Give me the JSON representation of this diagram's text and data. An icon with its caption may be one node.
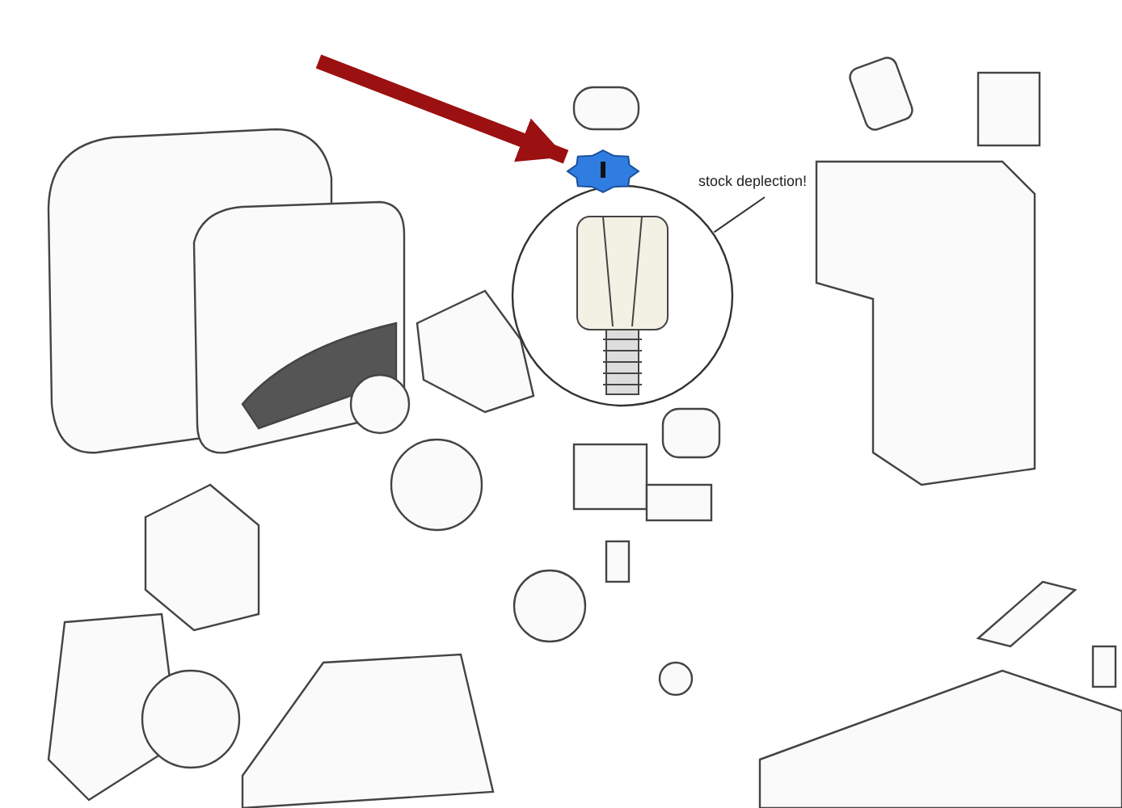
{
  "diagram": {
    "nodes": [
      {
        "text": [
          "stock deplection!"
        ]
      },
      {
        "text": [],
        "shape": "picture"
      },
      {
        "text": [],
        "shape": "picture"
      }
    ],
    "edges": [
      {
        "from": 0,
        "to": 1,
        "arrow": "none"
      },
      {
        "from": null,
        "to": 2,
        "arrow": "to",
        "style": "thick",
        "color": "#9b1010"
      }
    ]
  }
}
